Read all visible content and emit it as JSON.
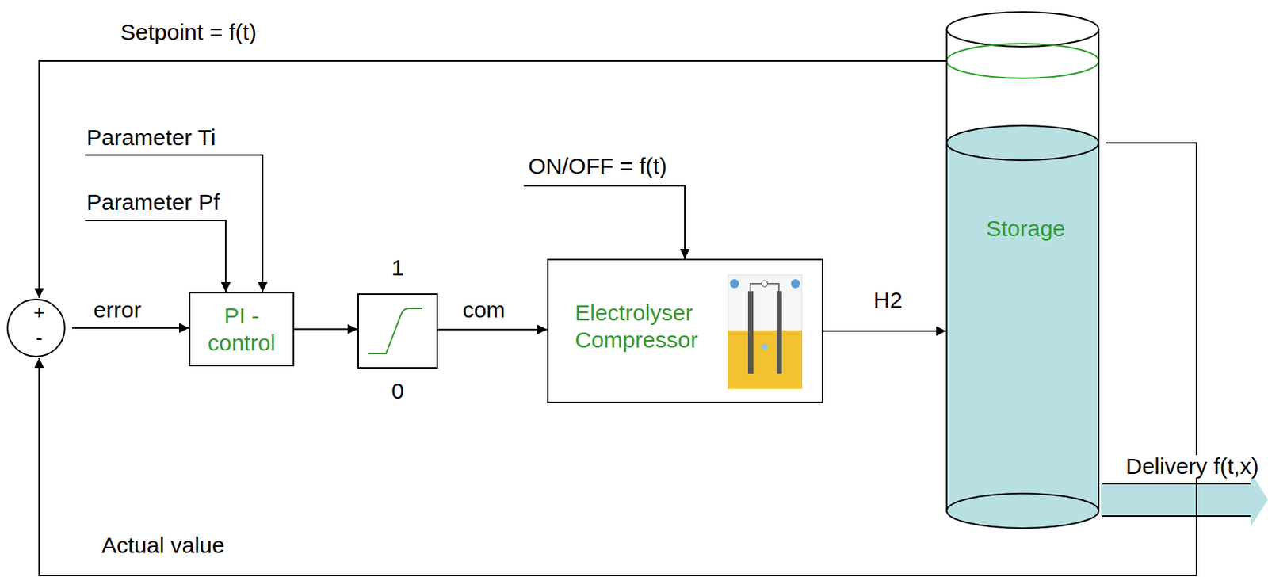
{
  "diagram": {
    "nodes": [
      {
        "text": [
          "+",
          "-"
        ]
      },
      {
        "text": [
          "PI - control"
        ]
      },
      {
        "text": [
          "1",
          "0"
        ]
      },
      {
        "text": [
          "Electrolyser Compressor"
        ]
      },
      {
        "text": [
          "Storage"
        ]
      }
    ],
    "edges": [
      {
        "from": 0,
        "to": 1,
        "arrow": "to",
        "label": "error"
      },
      {
        "from": 1,
        "to": 2,
        "arrow": "to"
      },
      {
        "from": 2,
        "to": 3,
        "arrow": "to",
        "label": "com"
      },
      {
        "from": 3,
        "to": 4,
        "arrow": "to",
        "label": "H2"
      },
      {
        "from": 4,
        "to": 0,
        "arrow": "to",
        "label": "Setpoint = f(t)"
      },
      {
        "from": 4,
        "to": 0,
        "arrow": "to",
        "label": "Actual value"
      }
    ],
    "labels": [
      "Parameter Ti",
      "Parameter Pf",
      "ON/OFF = f(t)",
      "Delivery f(t,x)"
    ]
  }
}
